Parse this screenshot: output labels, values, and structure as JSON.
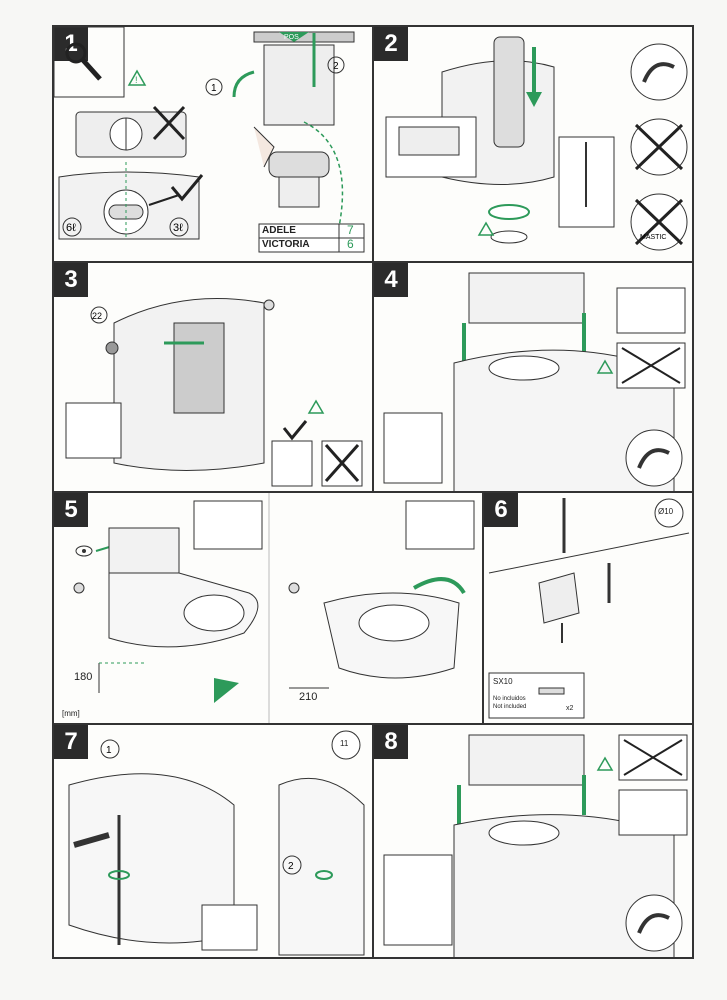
{
  "panels": [
    {
      "number": "1"
    },
    {
      "number": "2"
    },
    {
      "number": "3"
    },
    {
      "number": "4"
    },
    {
      "number": "5"
    },
    {
      "number": "6"
    },
    {
      "number": "7"
    },
    {
      "number": "8"
    }
  ],
  "step1": {
    "pos_label": "POS",
    "callout1": "1",
    "callout2": "2",
    "vol_left": "6ℓ",
    "vol_right": "3ℓ",
    "table": [
      {
        "model": "ADELE",
        "value": "7"
      },
      {
        "model": "VICTORIA",
        "value": "6"
      }
    ]
  },
  "step2": {
    "mastic_label": "MASTIC"
  },
  "step3": {
    "wrench_size": "22"
  },
  "step5": {
    "dim_height": "180",
    "dim_depth": "210",
    "unit": "[mm]"
  },
  "step6": {
    "drill_size": "Ø10",
    "kit_code": "SX10",
    "kit_note_1": "No incluidos",
    "kit_note_2": "Not included",
    "kit_qty": "x2"
  },
  "step7": {
    "callout1": "1",
    "callout2": "2",
    "wrench_size": "11"
  },
  "colors": {
    "accent_green": "#2d9a5a",
    "line": "#333333",
    "shade": "#d8d8d8",
    "red_x": "#222222"
  }
}
